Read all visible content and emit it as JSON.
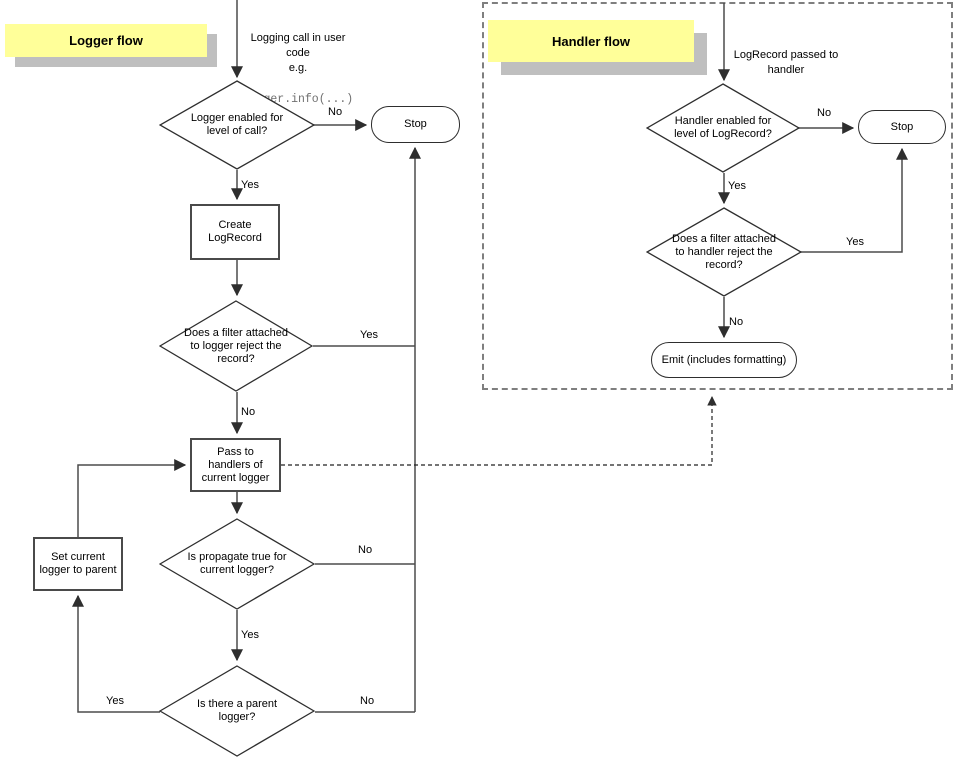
{
  "colors": {
    "note_bg": "#ffff99",
    "note_shadow": "#bfbfbf",
    "connector": "#4b4b4b",
    "shape_border": "#2e2e2e",
    "code_text": "#707070",
    "frame_border": "#7f7f7f"
  },
  "logger_flow": {
    "title": "Logger flow",
    "start_note": "Logging call in user\ncode\ne.g.",
    "start_code": "logger.info(...)",
    "decision_enabled": "Logger enabled for\nlevel of call?",
    "stop": "Stop",
    "process_create": "Create\nLogRecord",
    "decision_filter": "Does a filter attached\nto logger reject the\nrecord?",
    "process_pass": "Pass to\nhandlers of\ncurrent logger",
    "decision_propagate": "Is propagate true for\ncurrent logger?",
    "decision_parent": "Is there a parent\nlogger?",
    "process_set_current": "Set current\nlogger to parent",
    "labels": {
      "enabled_no": "No",
      "enabled_yes": "Yes",
      "filter_yes": "Yes",
      "filter_no": "No",
      "propagate_no": "No",
      "propagate_yes": "Yes",
      "parent_no": "No",
      "parent_yes": "Yes"
    }
  },
  "handler_flow": {
    "title": "Handler flow",
    "start_note": "LogRecord passed to\nhandler",
    "decision_enabled": "Handler enabled for\nlevel of LogRecord?",
    "stop": "Stop",
    "decision_filter": "Does a filter attached\nto handler reject the\nrecord?",
    "terminal_emit": "Emit (includes formatting)",
    "labels": {
      "enabled_no": "No",
      "enabled_yes": "Yes",
      "filter_yes": "Yes",
      "filter_no": "No"
    }
  }
}
